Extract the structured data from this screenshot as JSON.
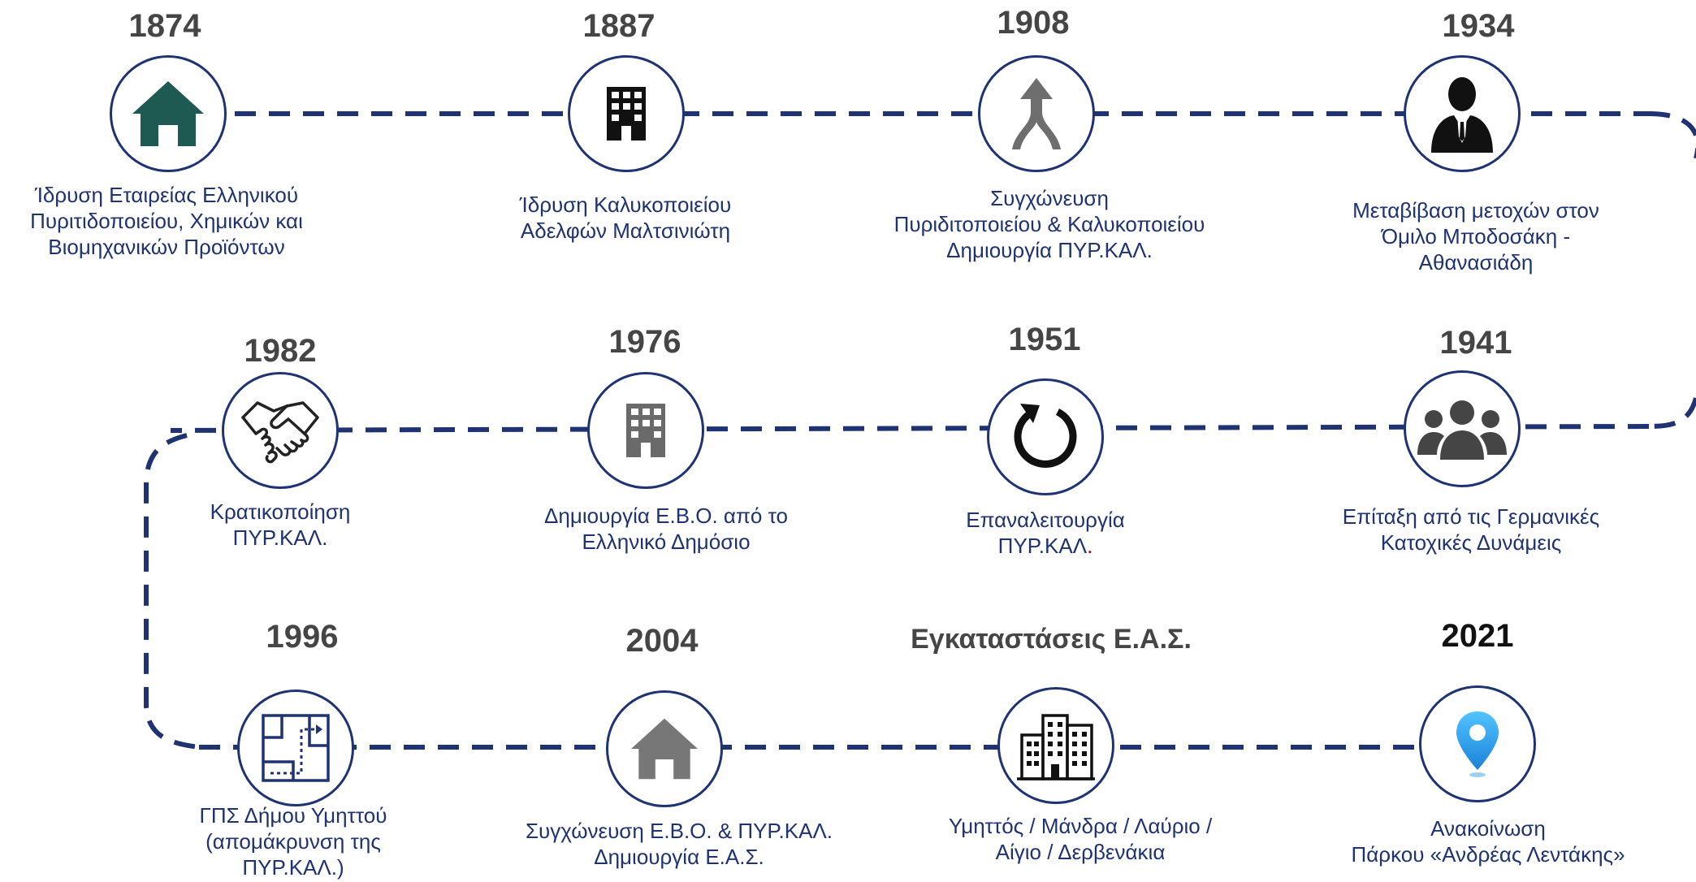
{
  "colors": {
    "connector": "#1f3271",
    "caption": "#1f3271",
    "year": "#454545",
    "accent": "#c00000",
    "house_dark": "#1e5a52",
    "pin": "#2ba3f0"
  },
  "milestones": [
    {
      "year": "1874",
      "icon": "house-icon",
      "lines": [
        "Ίδρυση Εταιρείας Ελληνικού",
        "Πυριτιδοποιείου, Χημικών και",
        "Βιομηχανικών Προϊόντων"
      ]
    },
    {
      "year": "1887",
      "icon": "building-icon",
      "lines": [
        "Ίδρυση Καλυκοποιείου",
        "Αδελφών Μαλτσινιώτη"
      ]
    },
    {
      "year": "1908",
      "icon": "merge-arrow-icon",
      "lines": [
        "Συγχώνευση",
        "Πυριδιτοποιείου & Καλυκοποιείου",
        "Δημιουργία ΠΥΡ.ΚΑΛ."
      ]
    },
    {
      "year": "1934",
      "icon": "businessman-icon",
      "lines": [
        "Μεταβίβαση μετοχών στον",
        "Όμιλο Μποδοσάκη -",
        "Αθανασιάδη"
      ]
    },
    {
      "year": "1941",
      "icon": "group-icon",
      "lines": [
        "Επίταξη από τις Γερμανικές",
        "Κατοχικές Δυνάμεις"
      ]
    },
    {
      "year": "1951",
      "icon": "refresh-icon",
      "lines": [
        "Επαναλειτουργία",
        "ΠΥΡ.ΚΑΛ"
      ],
      "accent_tail": "."
    },
    {
      "year": "1976",
      "icon": "building-gray-icon",
      "lines": [
        "Δημιουργία Ε.Β.Ο. από το",
        "Ελληνικό Δημόσιο"
      ]
    },
    {
      "year": "1982",
      "icon": "handshake-icon",
      "lines": [
        "Κρατικοποίηση",
        "ΠΥΡ.ΚΑΛ."
      ]
    },
    {
      "year": "1996",
      "icon": "floor-plan-icon",
      "lines": [
        "ΓΠΣ Δήμου Υμηττού",
        "(απομάκρυνση της",
        "ΠΥΡ.ΚΑΛ.)"
      ]
    },
    {
      "year": "2004",
      "icon": "house-gray-icon",
      "lines": [
        "Συγχώνευση Ε.Β.Ο. & ΠΥΡ.ΚΑΛ.",
        "Δημιουργία Ε.Α.Σ."
      ]
    },
    {
      "year": "Εγκαταστάσεις Ε.Α.Σ.",
      "icon": "city-buildings-icon",
      "lines": [
        "Υμηττός / Μάνδρα / Λαύριο /",
        "Αίγιο / Δερβενάκια"
      ]
    },
    {
      "year": "2021",
      "icon": "location-pin-icon",
      "lines": [
        "Ανακοίνωση",
        "Πάρκου «Ανδρέας Λεντάκης»"
      ]
    }
  ]
}
